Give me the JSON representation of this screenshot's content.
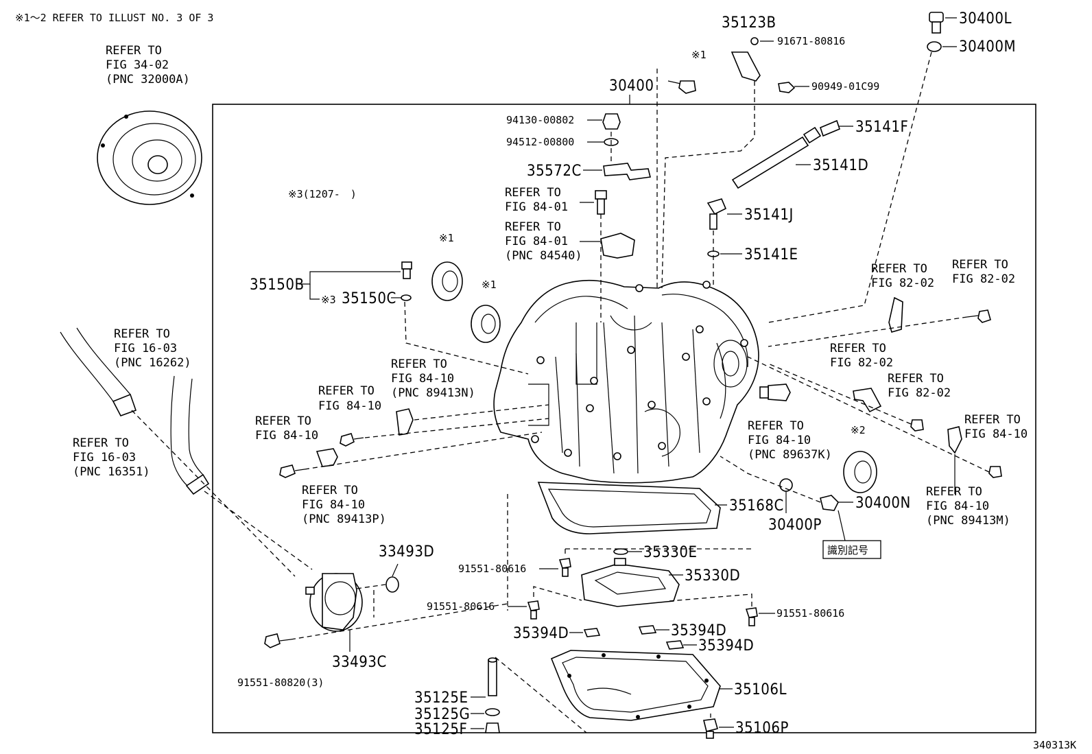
{
  "header_note": "※1～2 REFER TO ILLUST NO. 3 OF 3",
  "footer_code": "340313K",
  "note_3": "※3(1207-　)",
  "ref_torque": [
    "REFER TO",
    "FIG 34-02",
    "(PNC 32000A)"
  ],
  "ref_hose1": [
    "REFER TO",
    "FIG 16-03",
    "(PNC 16262)"
  ],
  "ref_hose2": [
    "REFER TO",
    "FIG 16-03",
    "(PNC 16351)"
  ],
  "ref_84_01a": [
    "REFER TO",
    "FIG 84-01"
  ],
  "ref_84_01b": [
    "REFER TO",
    "FIG 84-01",
    "(PNC 84540)"
  ],
  "ref_84_10_89413N": [
    "REFER TO",
    "FIG 84-10",
    "(PNC 89413N)"
  ],
  "ref_84_10_a": [
    "REFER TO",
    "FIG 84-10"
  ],
  "ref_84_10_b": [
    "REFER TO",
    "FIG 84-10"
  ],
  "ref_84_10_89413P": [
    "REFER TO",
    "FIG 84-10",
    "(PNC 89413P)"
  ],
  "ref_84_10_89637K": [
    "REFER TO",
    "FIG 84-10",
    "(PNC 89637K)"
  ],
  "ref_84_10_right": [
    "REFER TO",
    "FIG 84-10"
  ],
  "ref_84_10_89413M": [
    "REFER TO",
    "FIG 84-10",
    "(PNC 89413M)"
  ],
  "ref_82_02_a": [
    "REFER TO",
    "FIG 82-02"
  ],
  "ref_82_02_b": [
    "REFER TO",
    "FIG 82-02"
  ],
  "ref_82_02_c": [
    "REFER TO",
    "FIG 82-02"
  ],
  "ref_82_02_d": [
    "REFER TO",
    "FIG 82-02"
  ],
  "id_mark": "識別記号",
  "mark1": "※1",
  "mark2": "※2",
  "mark3": "※3",
  "parts": {
    "p30400": "30400",
    "p35123B": "35123B",
    "p91671_80816": "91671-80816",
    "p90949_01C99": "90949-01C99",
    "p30400L": "30400L",
    "p30400M": "30400M",
    "p94130_00802": "94130-00802",
    "p94512_00800": "94512-00800",
    "p35572C": "35572C",
    "p35141F": "35141F",
    "p35141D": "35141D",
    "p35141J": "35141J",
    "p35141E": "35141E",
    "p35150B": "35150B",
    "p35150C": "35150C",
    "p35168C": "35168C",
    "p30400N": "30400N",
    "p30400P": "30400P",
    "p33493D": "33493D",
    "p33493C": "33493C",
    "p35330E": "35330E",
    "p35330D": "35330D",
    "p91551_80616a": "91551-80616",
    "p91551_80616b": "91551-80616",
    "p91551_80616c": "91551-80616",
    "p91551_80820": "91551-80820(3)",
    "p35394Da": "35394D",
    "p35394Db": "35394D",
    "p35394Dc": "35394D",
    "p35125E": "35125E",
    "p35125G": "35125G",
    "p35125F": "35125F",
    "p35106L": "35106L",
    "p35106P": "35106P"
  }
}
